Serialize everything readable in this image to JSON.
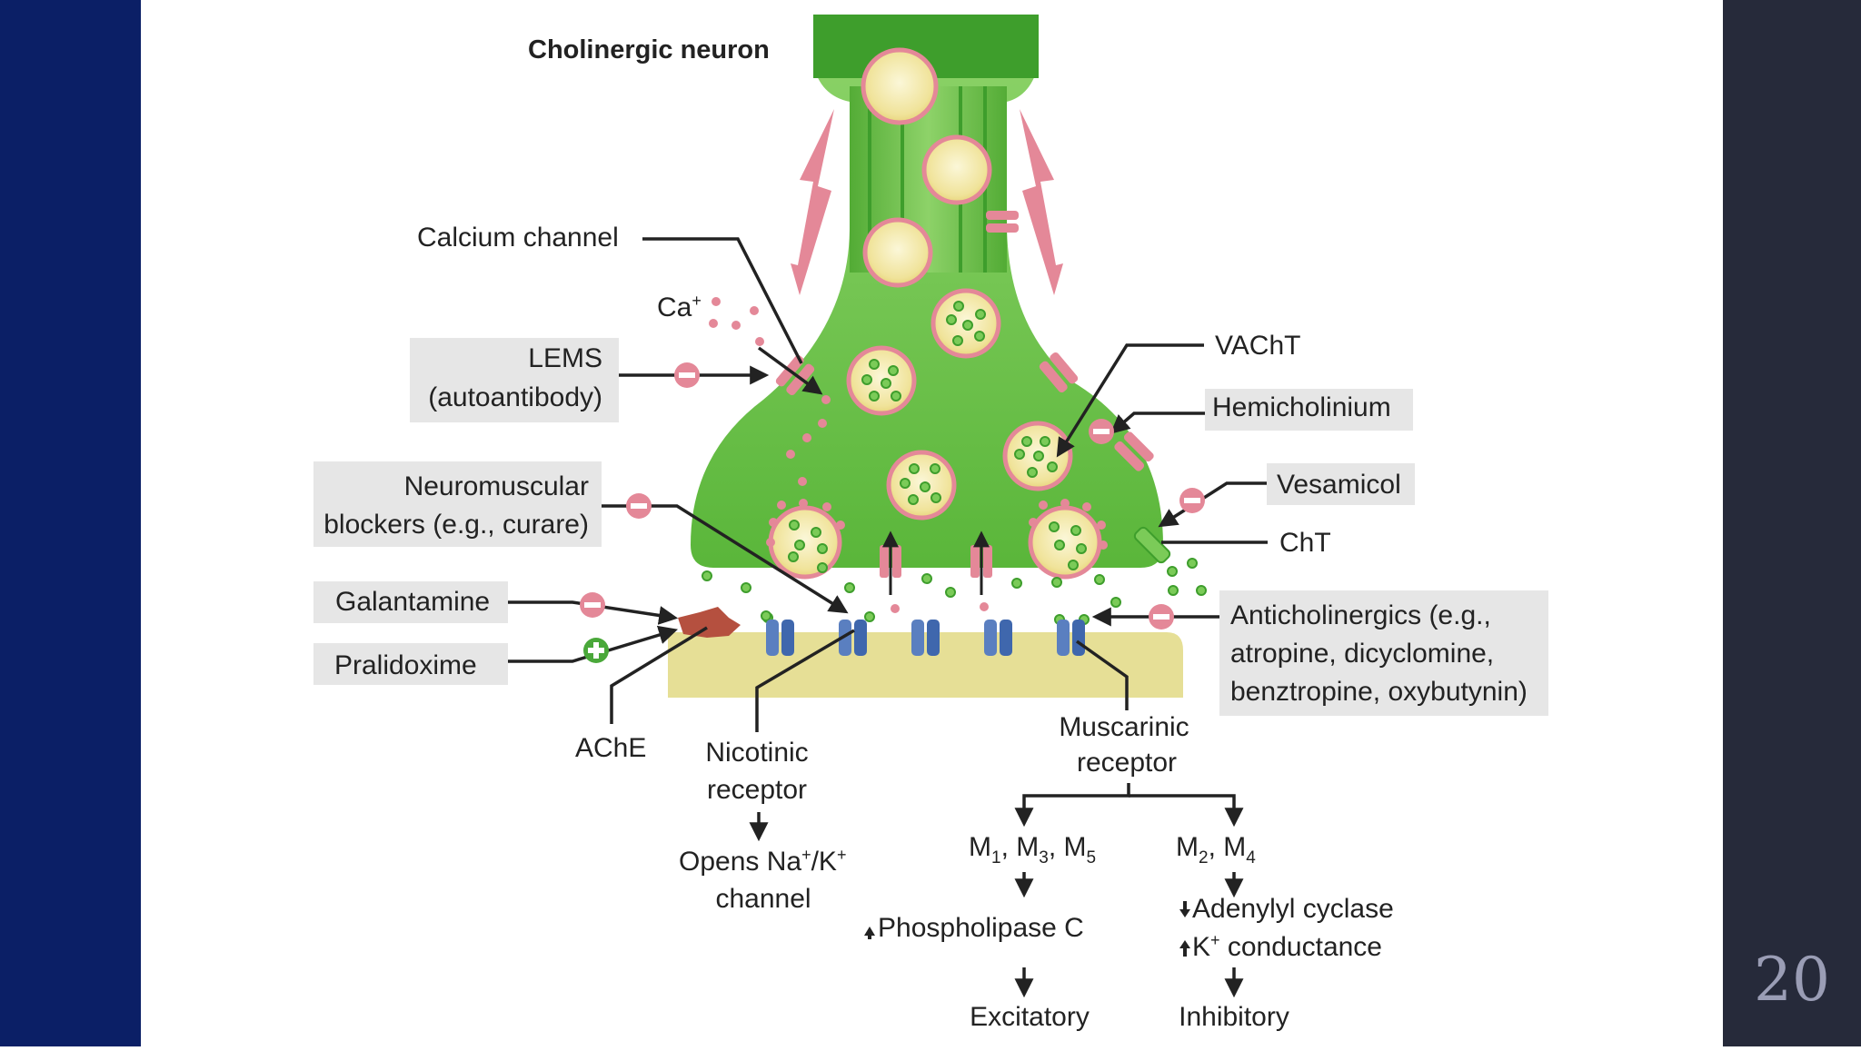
{
  "slide": {
    "page_number": "20"
  },
  "diagram": {
    "title": "Cholinergic neuron",
    "ion": {
      "base": "Ca",
      "sup": "+"
    },
    "labels": {
      "calcium_channel": "Calcium channel",
      "lems_line1": "LEMS",
      "lems_line2": "(autoantibody)",
      "nm_blockers_line1": "Neuromuscular",
      "nm_blockers_line2": "blockers (e.g., curare)",
      "galantamine": "Galantamine",
      "pralidoxime": "Pralidoxime",
      "ache": "AChE",
      "nicotinic_line1": "Nicotinic",
      "nicotinic_line2": "receptor",
      "vacht": "VAChT",
      "hemicholinium": "Hemicholinium",
      "vesamicol": "Vesamicol",
      "cht": "ChT",
      "anticholinergics_line1": "Anticholinergics (e.g.,",
      "anticholinergics_line2": "atropine, dicyclomine,",
      "anticholinergics_line3": "benztropine, oxybutynin)",
      "muscarinic_line1": "Muscarinic",
      "muscarinic_line2": "receptor"
    },
    "nicotinic_effect": {
      "line1_prefix": "Opens Na",
      "line1_sup1": "+",
      "line1_mid": "/K",
      "line1_sup2": "+",
      "line2": "channel"
    },
    "muscarinic_branches": {
      "m135": {
        "m": "M",
        "s1": "1",
        "s2": "3",
        "s3": "5",
        "sep": ", "
      },
      "m24": {
        "m": "M",
        "s1": "2",
        "s2": "4",
        "sep": ", "
      },
      "phospholipase": "Phospholipase C",
      "adenylyl": "Adenylyl cyclase",
      "k_base": "K",
      "k_sup": "+",
      "k_rest": " conductance",
      "excitatory": "Excitatory",
      "inhibitory": "Inhibitory"
    }
  },
  "colors": {
    "neuron_green": "#5ab63a",
    "postsynaptic_yellow": "#e6df96",
    "inhibit_pink": "#e48898",
    "receptor_blue": "#5a7fc0",
    "label_box_gray": "#e6e6e6",
    "left_bar": "#0b1f66",
    "right_bar": "#262a3a"
  }
}
